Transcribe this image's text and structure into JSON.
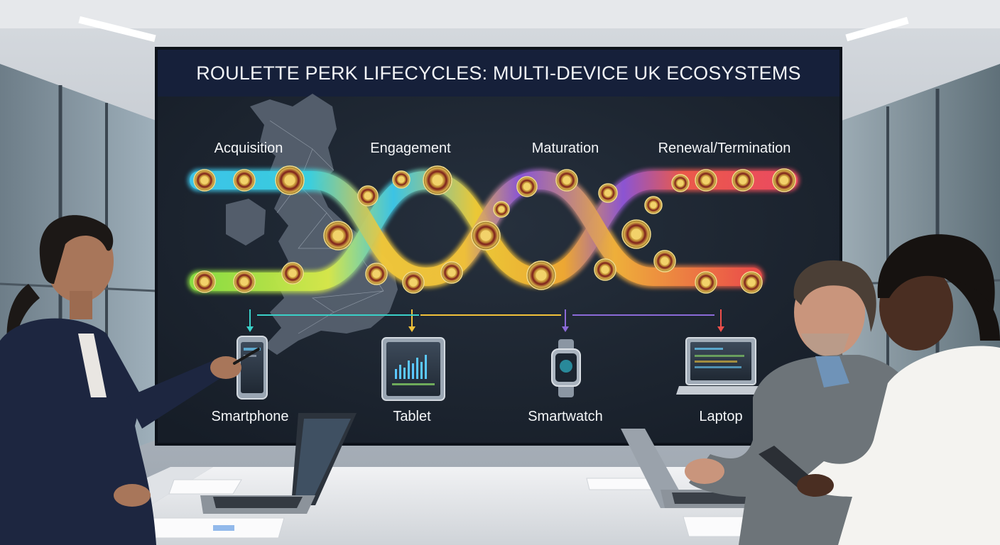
{
  "board": {
    "title": "ROULETTE PERK LIFECYCLES: MULTI-DEVICE UK ECOSYSTEMS"
  },
  "stages": [
    {
      "label": "Acquisition",
      "color": "#7fe04a"
    },
    {
      "label": "Engagement",
      "color": "#3ec4e6"
    },
    {
      "label": "Maturation",
      "color": "#f0c63a"
    },
    {
      "label": "Renewal/Termination",
      "color": "#ef4e5a"
    }
  ],
  "devices": [
    {
      "label": "Smartphone",
      "icon": "smartphone-icon"
    },
    {
      "label": "Tablet",
      "icon": "tablet-icon"
    },
    {
      "label": "Smartwatch",
      "icon": "smartwatch-icon"
    },
    {
      "label": "Laptop",
      "icon": "laptop-icon"
    }
  ],
  "colors": {
    "board_background": "#1a2230",
    "title_bar": "#15203a",
    "roulette_gold": "#d9b24a",
    "roulette_red": "#8a1d1d",
    "desk": "#e9ebee"
  }
}
